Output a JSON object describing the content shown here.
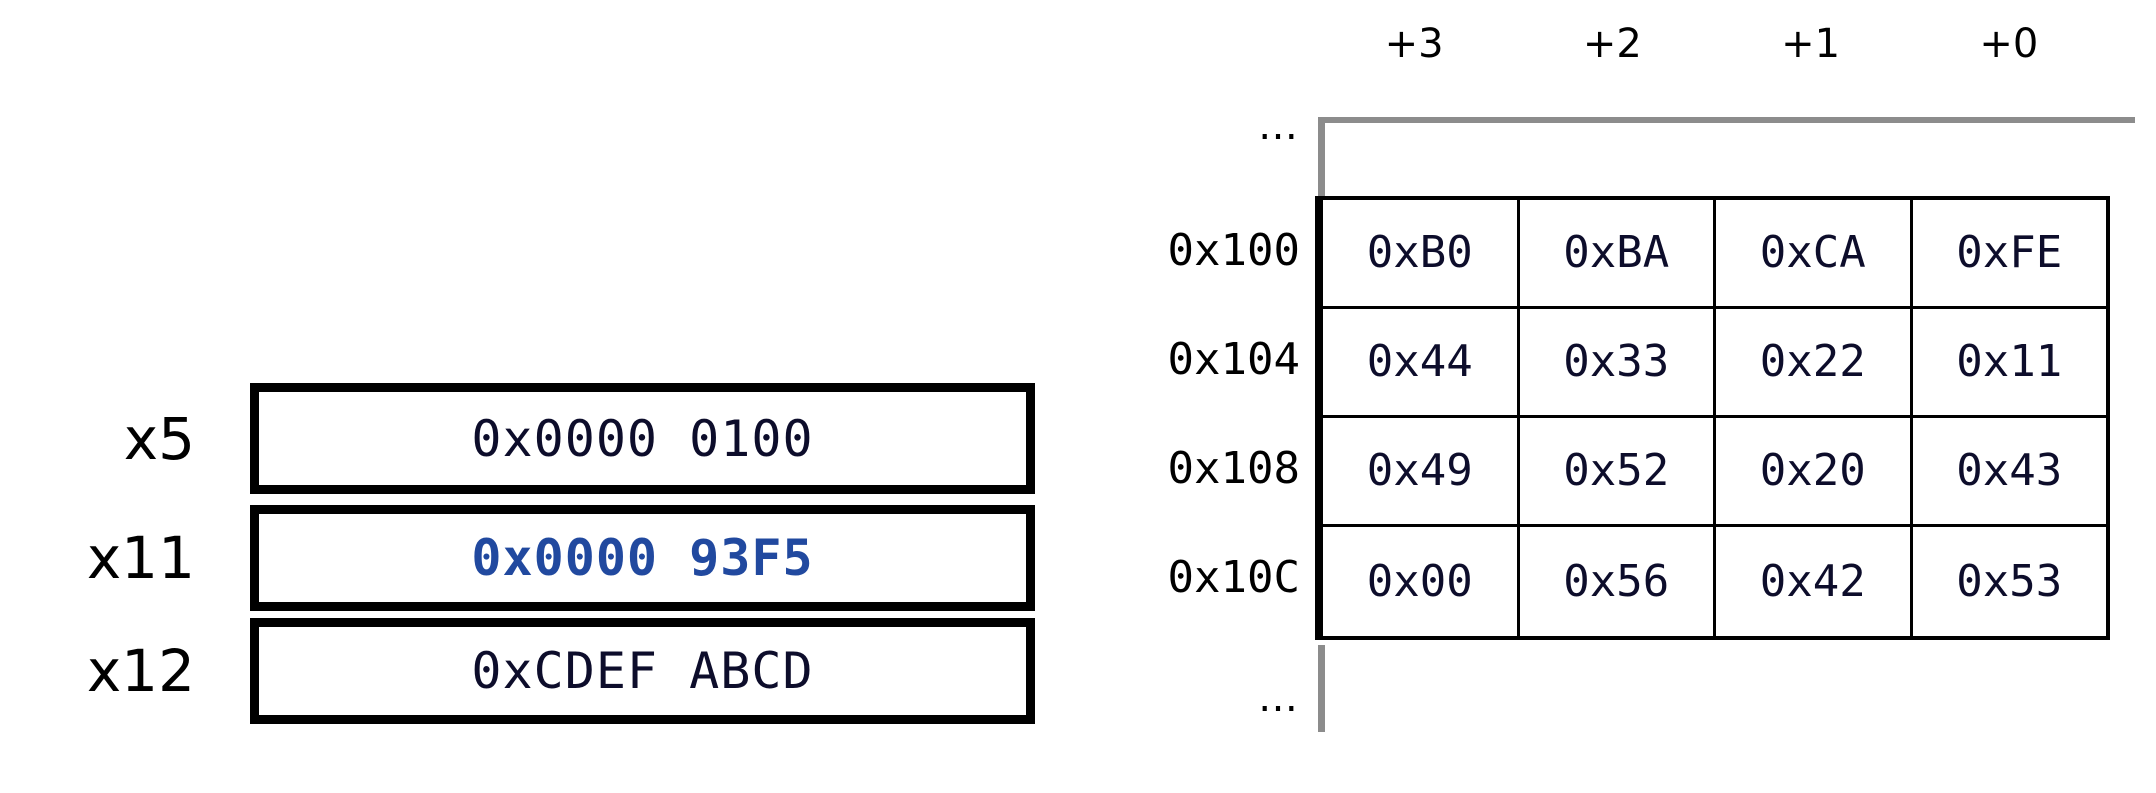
{
  "registers": {
    "rows": [
      {
        "label": "x5",
        "value": "0x0000 0100",
        "highlighted": false
      },
      {
        "label": "x11",
        "value": "0x0000 93F5",
        "highlighted": true
      },
      {
        "label": "x12",
        "value": "0xCDEF ABCD",
        "highlighted": false
      }
    ]
  },
  "memory": {
    "column_headers": [
      "+3",
      "+2",
      "+1",
      "+0"
    ],
    "ellipsis_top": "…",
    "ellipsis_bottom": "…",
    "rows": [
      {
        "address": "0x100",
        "bytes": [
          "0xB0",
          "0xBA",
          "0xCA",
          "0xFE"
        ]
      },
      {
        "address": "0x104",
        "bytes": [
          "0x44",
          "0x33",
          "0x22",
          "0x11"
        ]
      },
      {
        "address": "0x108",
        "bytes": [
          "0x49",
          "0x52",
          "0x20",
          "0x43"
        ]
      },
      {
        "address": "0x10C",
        "bytes": [
          "0x00",
          "0x56",
          "0x42",
          "0x53"
        ]
      }
    ]
  },
  "colors": {
    "highlight_blue": "#21499f",
    "value_navy": "#0d0d2b",
    "rail_gray": "#8c8c8c",
    "border_black": "#000000",
    "background": "#ffffff"
  }
}
